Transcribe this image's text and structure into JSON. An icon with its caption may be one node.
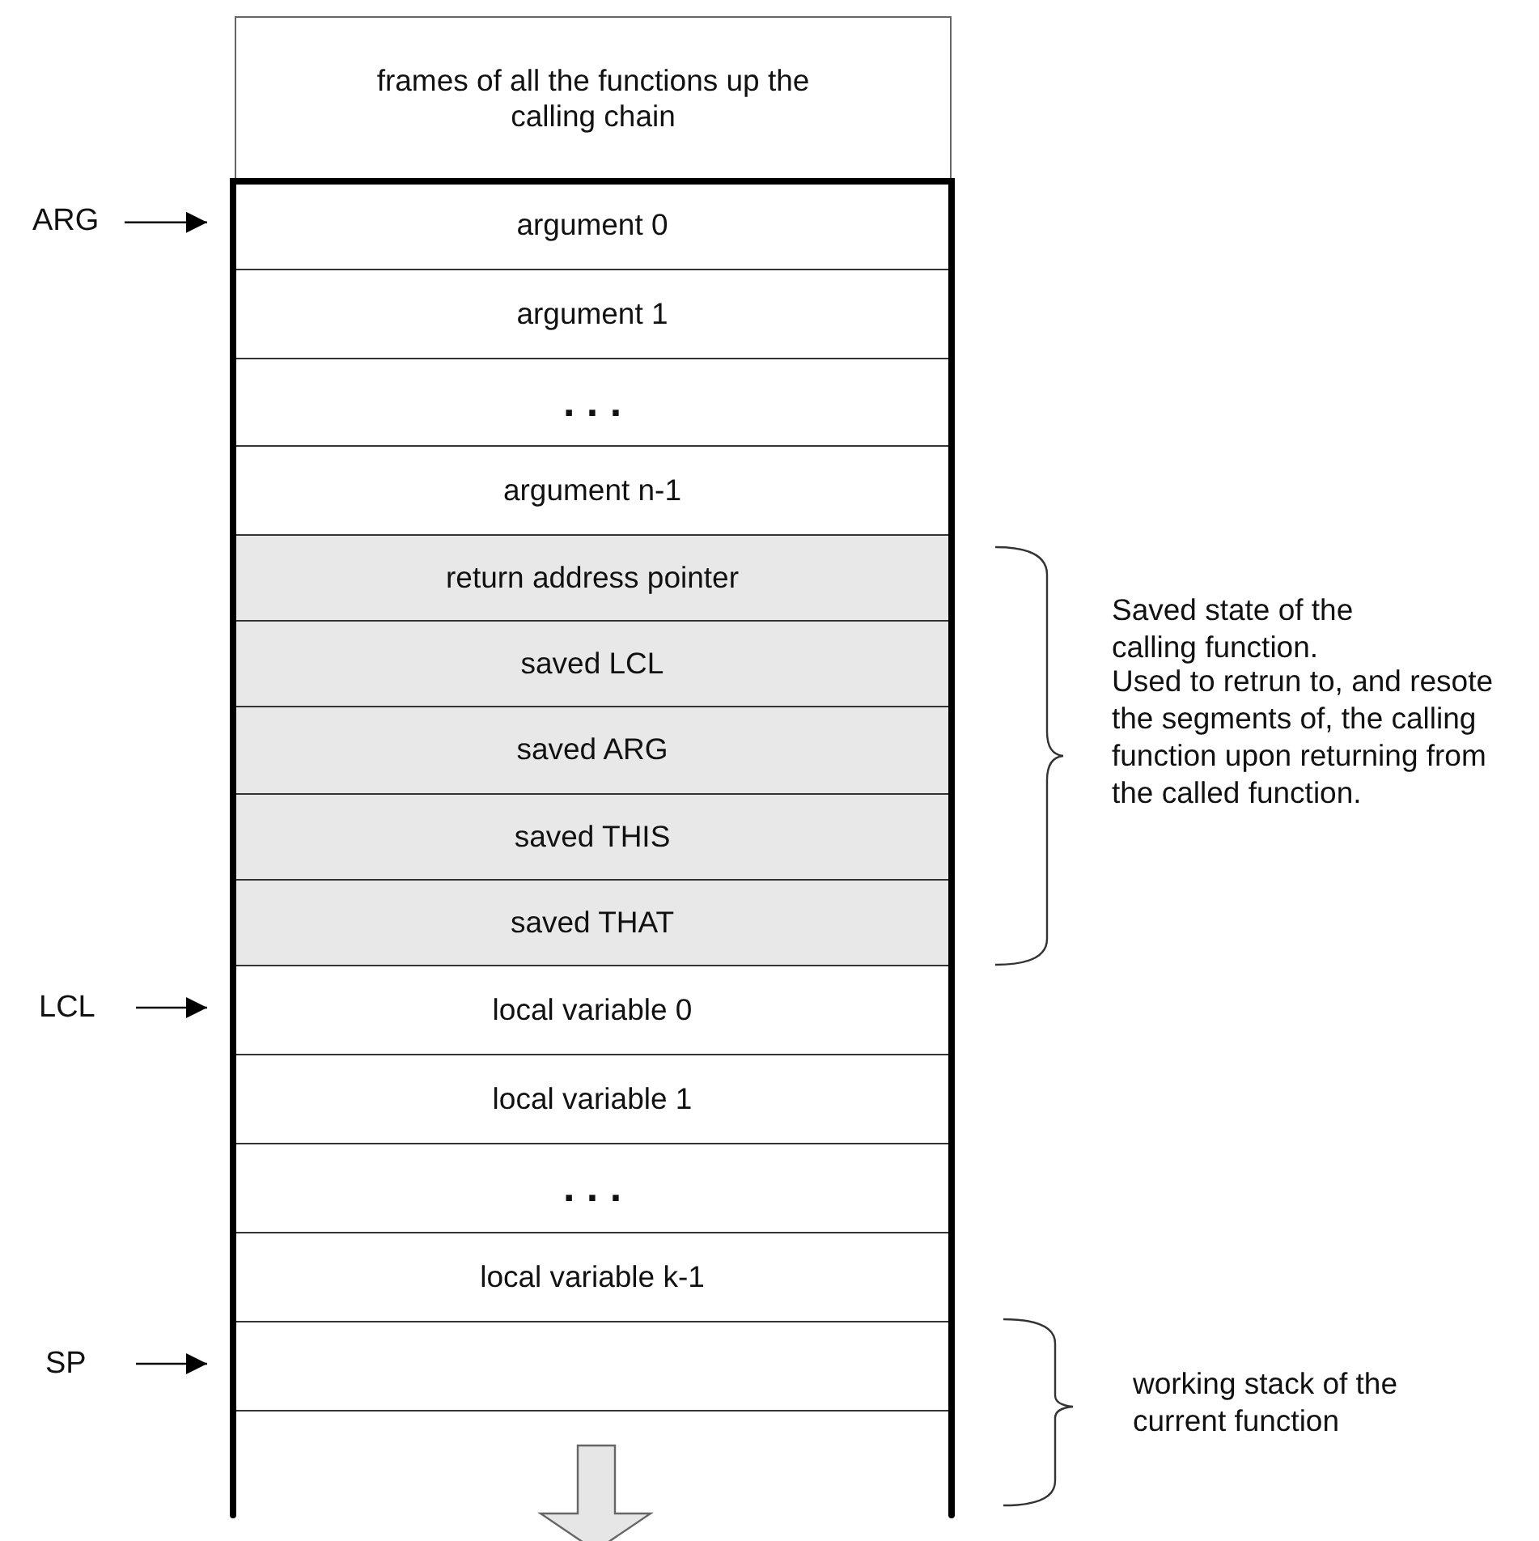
{
  "diagram": {
    "nodes": [
      {
        "text": [
          "frames of all the functions up the calling chain"
        ]
      },
      {
        "text": [
          "argument 0"
        ]
      },
      {
        "text": [
          "argument 1"
        ]
      },
      {
        "text": [
          ". . ."
        ]
      },
      {
        "text": [
          "argument n-1"
        ]
      },
      {
        "text": [
          "return address pointer"
        ]
      },
      {
        "text": [
          "saved LCL"
        ]
      },
      {
        "text": [
          "saved ARG"
        ]
      },
      {
        "text": [
          "saved THIS"
        ]
      },
      {
        "text": [
          "saved THAT"
        ]
      },
      {
        "text": [
          "local variable 0"
        ]
      },
      {
        "text": [
          "local variable 1"
        ]
      },
      {
        "text": [
          ". . ."
        ]
      },
      {
        "text": [
          "local variable k-1"
        ]
      },
      {
        "text": [],
        "shape": "box"
      },
      {
        "text": [
          "ARG"
        ]
      },
      {
        "text": [
          "LCL"
        ]
      },
      {
        "text": [
          "SP"
        ]
      }
    ],
    "edges": [
      {
        "from": 15,
        "to": 1,
        "arrow": "to"
      },
      {
        "from": 16,
        "to": 10,
        "arrow": "to"
      },
      {
        "from": 17,
        "to": 14,
        "arrow": "to"
      }
    ],
    "labels": [
      "Saved state of the calling function.",
      "Used to retrun to, and resote the segments of, the calling function upon returning from the called function.",
      "working stack of the current function"
    ]
  }
}
